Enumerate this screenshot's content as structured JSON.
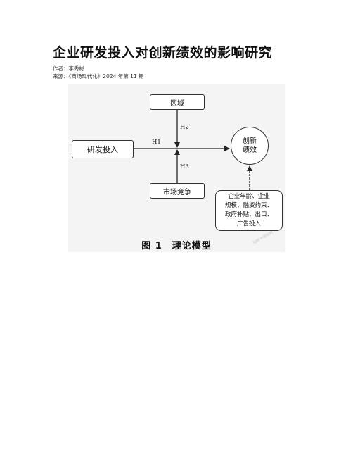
{
  "document": {
    "title": "企业研发投入对创新绩效的影响研究",
    "author_line": "作者：李秀彬",
    "source_line": "来源：《商场现代化》2024 年第 11 期"
  },
  "figure": {
    "nodes": {
      "region": "区域",
      "rd_input": "研发投入",
      "market_competition": "市场竞争",
      "innovation_line1": "创新",
      "innovation_line2": "绩效",
      "controls_line1": "企业年龄、企业",
      "controls_line2": "规模、融资约束、",
      "controls_line3": "政府补贴、出口、",
      "controls_line4": "广告投入"
    },
    "hypotheses": {
      "h1": "H1",
      "h2": "H2",
      "h3": "H3"
    },
    "caption": "图 1　理论模型",
    "watermark": "知网·中国知网"
  }
}
